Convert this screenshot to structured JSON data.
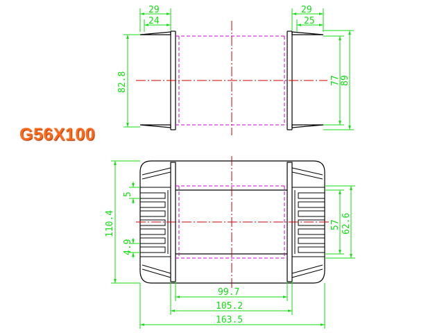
{
  "title": "G56X100",
  "colors": {
    "outline": "#000000",
    "dimension": "#11dd11",
    "centerline": "#cc0000",
    "hidden": "#cc00cc",
    "title": "#ff6a1a"
  },
  "top_view": {
    "dims": {
      "left_flange_outer": "29",
      "left_flange_inner": "24",
      "right_flange_outer": "29",
      "right_flange_inner": "25",
      "height_left": "82.8",
      "height_right_inner": "77",
      "height_right_outer": "89"
    }
  },
  "front_view": {
    "dims": {
      "overall_height": "110.4",
      "top_fin": "5",
      "fin_gap": "4.9",
      "inner_height": "57",
      "window_height": "62.6",
      "inner_width": "99.7",
      "flange_width": "105.2",
      "overall_width": "163.5"
    }
  }
}
